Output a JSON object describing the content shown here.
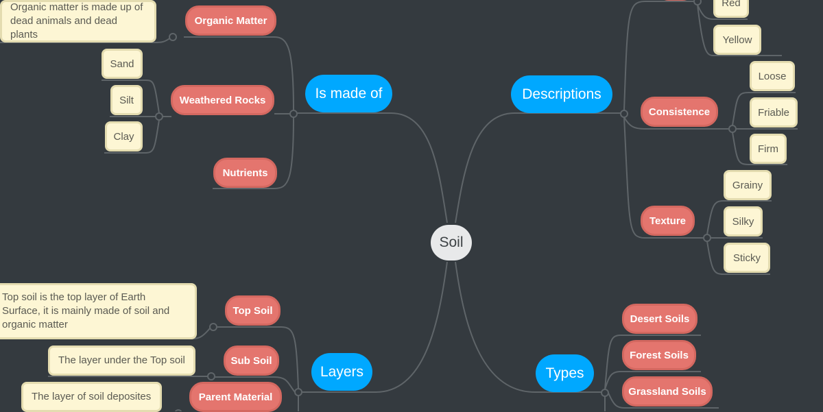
{
  "root": {
    "label": "Soil"
  },
  "branches": {
    "made_of": {
      "label": "Is made of",
      "children": {
        "organic": {
          "label": "Organic Matter",
          "note": "Organic matter is made up of dead animals and dead plants"
        },
        "rocks": {
          "label": "Weathered Rocks",
          "children": [
            "Sand",
            "Silt",
            "Clay"
          ]
        },
        "nutrients": {
          "label": "Nutrients"
        }
      }
    },
    "descriptions": {
      "label": "Descriptions",
      "children": {
        "color": {
          "label": "",
          "children": [
            "Red",
            "Yellow"
          ]
        },
        "consistence": {
          "label": "Consistence",
          "children": [
            "Loose",
            "Friable",
            "Firm"
          ]
        },
        "texture": {
          "label": "Texture",
          "children": [
            "Grainy",
            "Silky",
            "Sticky"
          ]
        }
      }
    },
    "layers": {
      "label": "Layers",
      "children": {
        "top": {
          "label": "Top Soil",
          "note": "Top soil is the top layer of Earth Surface, it is mainly made of soil and organic matter"
        },
        "sub": {
          "label": "Sub Soil",
          "note": "The layer under the Top soil"
        },
        "parent": {
          "label": "Parent Material",
          "note": "The layer of soil deposites"
        }
      }
    },
    "types": {
      "label": "Types",
      "children": [
        "Desert Soils",
        "Forest Soils",
        "Grassland Soils"
      ]
    }
  },
  "colors": {
    "background": "#343a3f",
    "root": "#e8e9ea",
    "main_topic": "#00a8ff",
    "sub_topic": "#e4756e",
    "leaf": "#fdf6d4",
    "connector": "#5f6569"
  }
}
